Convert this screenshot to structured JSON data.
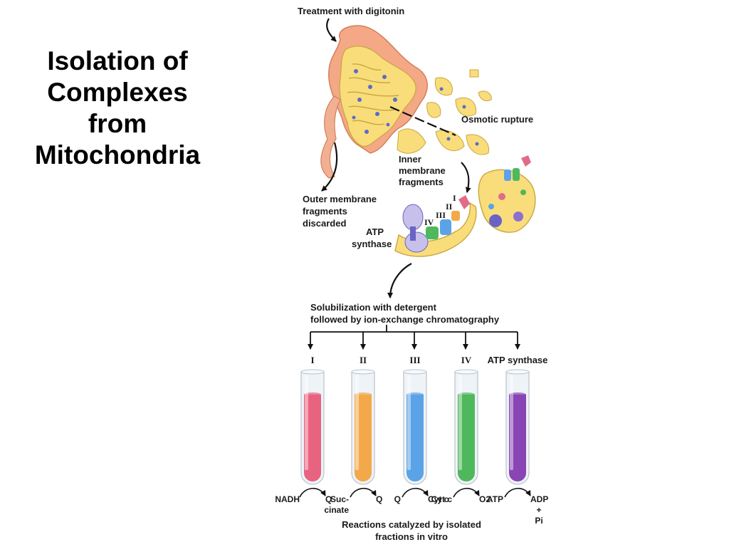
{
  "title_lines": [
    "Isolation of",
    "Complexes",
    "from",
    "Mitochondria"
  ],
  "labels": {
    "digitonin": "Treatment with digitonin",
    "osmotic": "Osmotic rupture",
    "inner_1": "Inner",
    "inner_2": "membrane",
    "inner_3": "fragments",
    "outer_1": "Outer membrane",
    "outer_2": "fragments",
    "outer_3": "discarded",
    "atp_1": "ATP",
    "atp_2": "synthase",
    "complex_I": "I",
    "complex_II": "II",
    "complex_III": "III",
    "complex_IV": "IV",
    "solub_1": "Solubilization with detergent",
    "solub_2": "followed by ion-exchange chromatography",
    "caption_1": "Reactions catalyzed by isolated",
    "caption_2": "fractions in vitro"
  },
  "tubes": [
    {
      "label": "I",
      "color": "#e8637f",
      "from": "NADH",
      "to": "Q"
    },
    {
      "label": "II",
      "color": "#f3a94a",
      "from": "Suc-",
      "from2": "cinate",
      "to": "Q"
    },
    {
      "label": "III",
      "color": "#5ba3e6",
      "from": "Q",
      "to": "Cyt c"
    },
    {
      "label": "IV",
      "color": "#4fb85c",
      "from": "Cyt c",
      "to": "O2"
    },
    {
      "label": "ATP synthase",
      "color": "#8a45b5",
      "from": "ATP",
      "to": "ADP",
      "to2": "+",
      "to3": "Pi"
    }
  ]
}
